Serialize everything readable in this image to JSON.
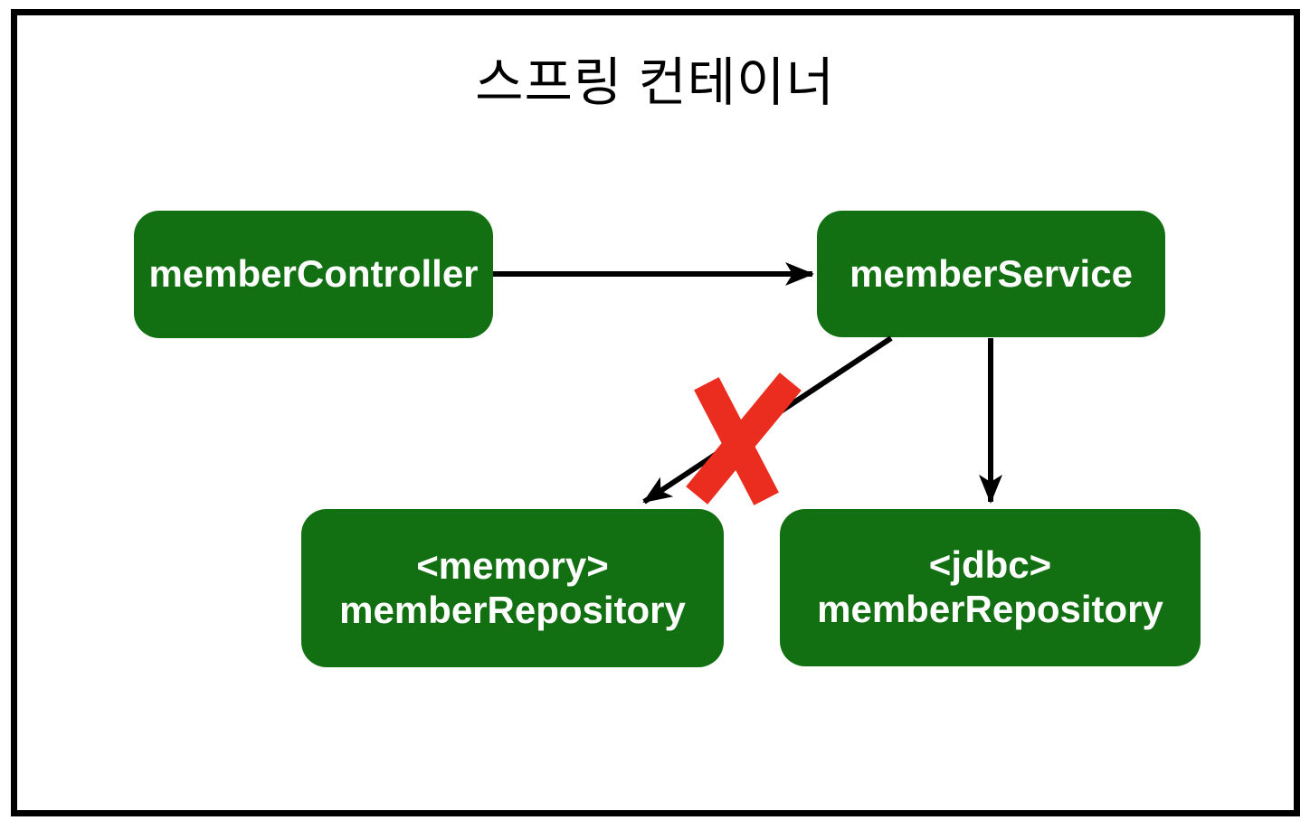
{
  "diagram": {
    "title": "스프링 컨테이너",
    "colors": {
      "background": "#ffffff",
      "frame": "#000000",
      "node_fill": "#127012",
      "node_text": "#ffffff",
      "arrow": "#000000",
      "cross": "#EB2D20"
    },
    "nodes": [
      {
        "id": "memberController",
        "label": "memberController"
      },
      {
        "id": "memberService",
        "label": "memberService"
      },
      {
        "id": "memoryMemberRepository",
        "stereotype": "<memory>",
        "label": "memberRepository"
      },
      {
        "id": "jdbcMemberRepository",
        "stereotype": "<jdbc>",
        "label": "memberRepository"
      }
    ],
    "edges": [
      {
        "from": "memberController",
        "to": "memberService",
        "type": "arrow",
        "crossed_out": false
      },
      {
        "from": "memberService",
        "to": "memoryMemberRepository",
        "type": "arrow",
        "crossed_out": true
      },
      {
        "from": "memberService",
        "to": "jdbcMemberRepository",
        "type": "arrow",
        "crossed_out": false
      }
    ],
    "annotations": [
      {
        "id": "red-x",
        "meaning": "removed dependency",
        "over_edge": "memberService->memoryMemberRepository"
      }
    ]
  }
}
